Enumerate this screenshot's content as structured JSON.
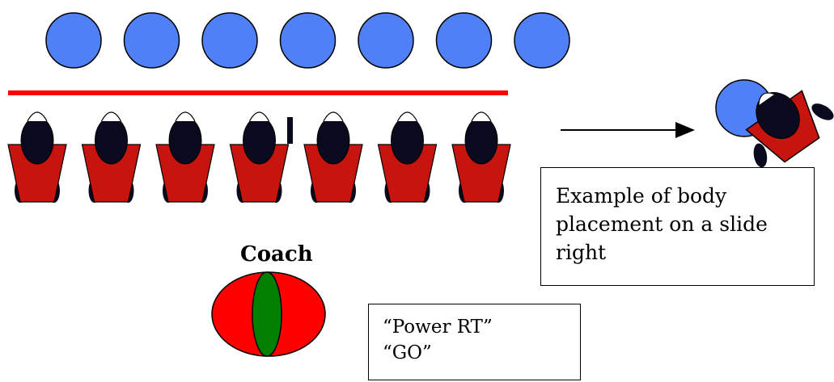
{
  "diagram": {
    "coach_label": "Coach",
    "example_caption": [
      "Example of body",
      "placement on a slide",
      "right"
    ],
    "call_lines": [
      "“Power RT”",
      "“GO”"
    ],
    "colors": {
      "ball": "#4f80f6",
      "line": "#ff0000",
      "player_body": "#c8140f",
      "player_head": "#0a0a1e",
      "coach_outer": "#ff0000",
      "coach_inner": "#007f00"
    },
    "ball_count": 7,
    "player_count": 7
  }
}
